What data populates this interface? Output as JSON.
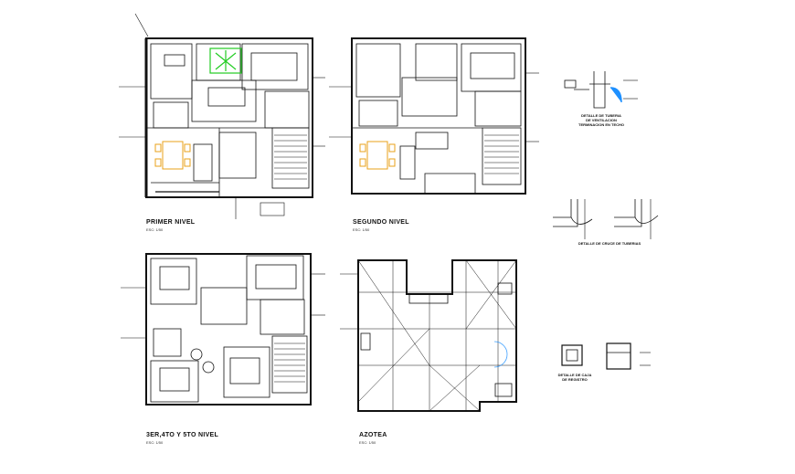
{
  "plans": [
    {
      "id": "primer",
      "title": "PRIMER NIVEL",
      "scale": "ESC: 1/50"
    },
    {
      "id": "segundo",
      "title": "SEGUNDO NIVEL",
      "scale": "ESC: 1/50"
    },
    {
      "id": "tercero",
      "title": "3ER,4TO Y 5TO NIVEL",
      "scale": "ESC: 1/50"
    },
    {
      "id": "azotea",
      "title": "AZOTEA",
      "scale": "ESC: 1/50"
    }
  ],
  "details": [
    {
      "id": "ventilacion",
      "lines": [
        "DETALLE DE TUBERIA",
        "DE VENTILACION",
        "TERMINACION EN TECHO"
      ]
    },
    {
      "id": "cruce",
      "lines": [
        "DETALLE DE CRUCE DE TUBERIAS"
      ]
    },
    {
      "id": "registro",
      "lines": [
        "DETALLE DE CAJA",
        "DE REGISTRO"
      ]
    }
  ],
  "colors": {
    "line": "#111111",
    "furniture": "#e8a21a",
    "highlight_green": "#22cc22",
    "highlight_blue": "#1e90ff"
  }
}
